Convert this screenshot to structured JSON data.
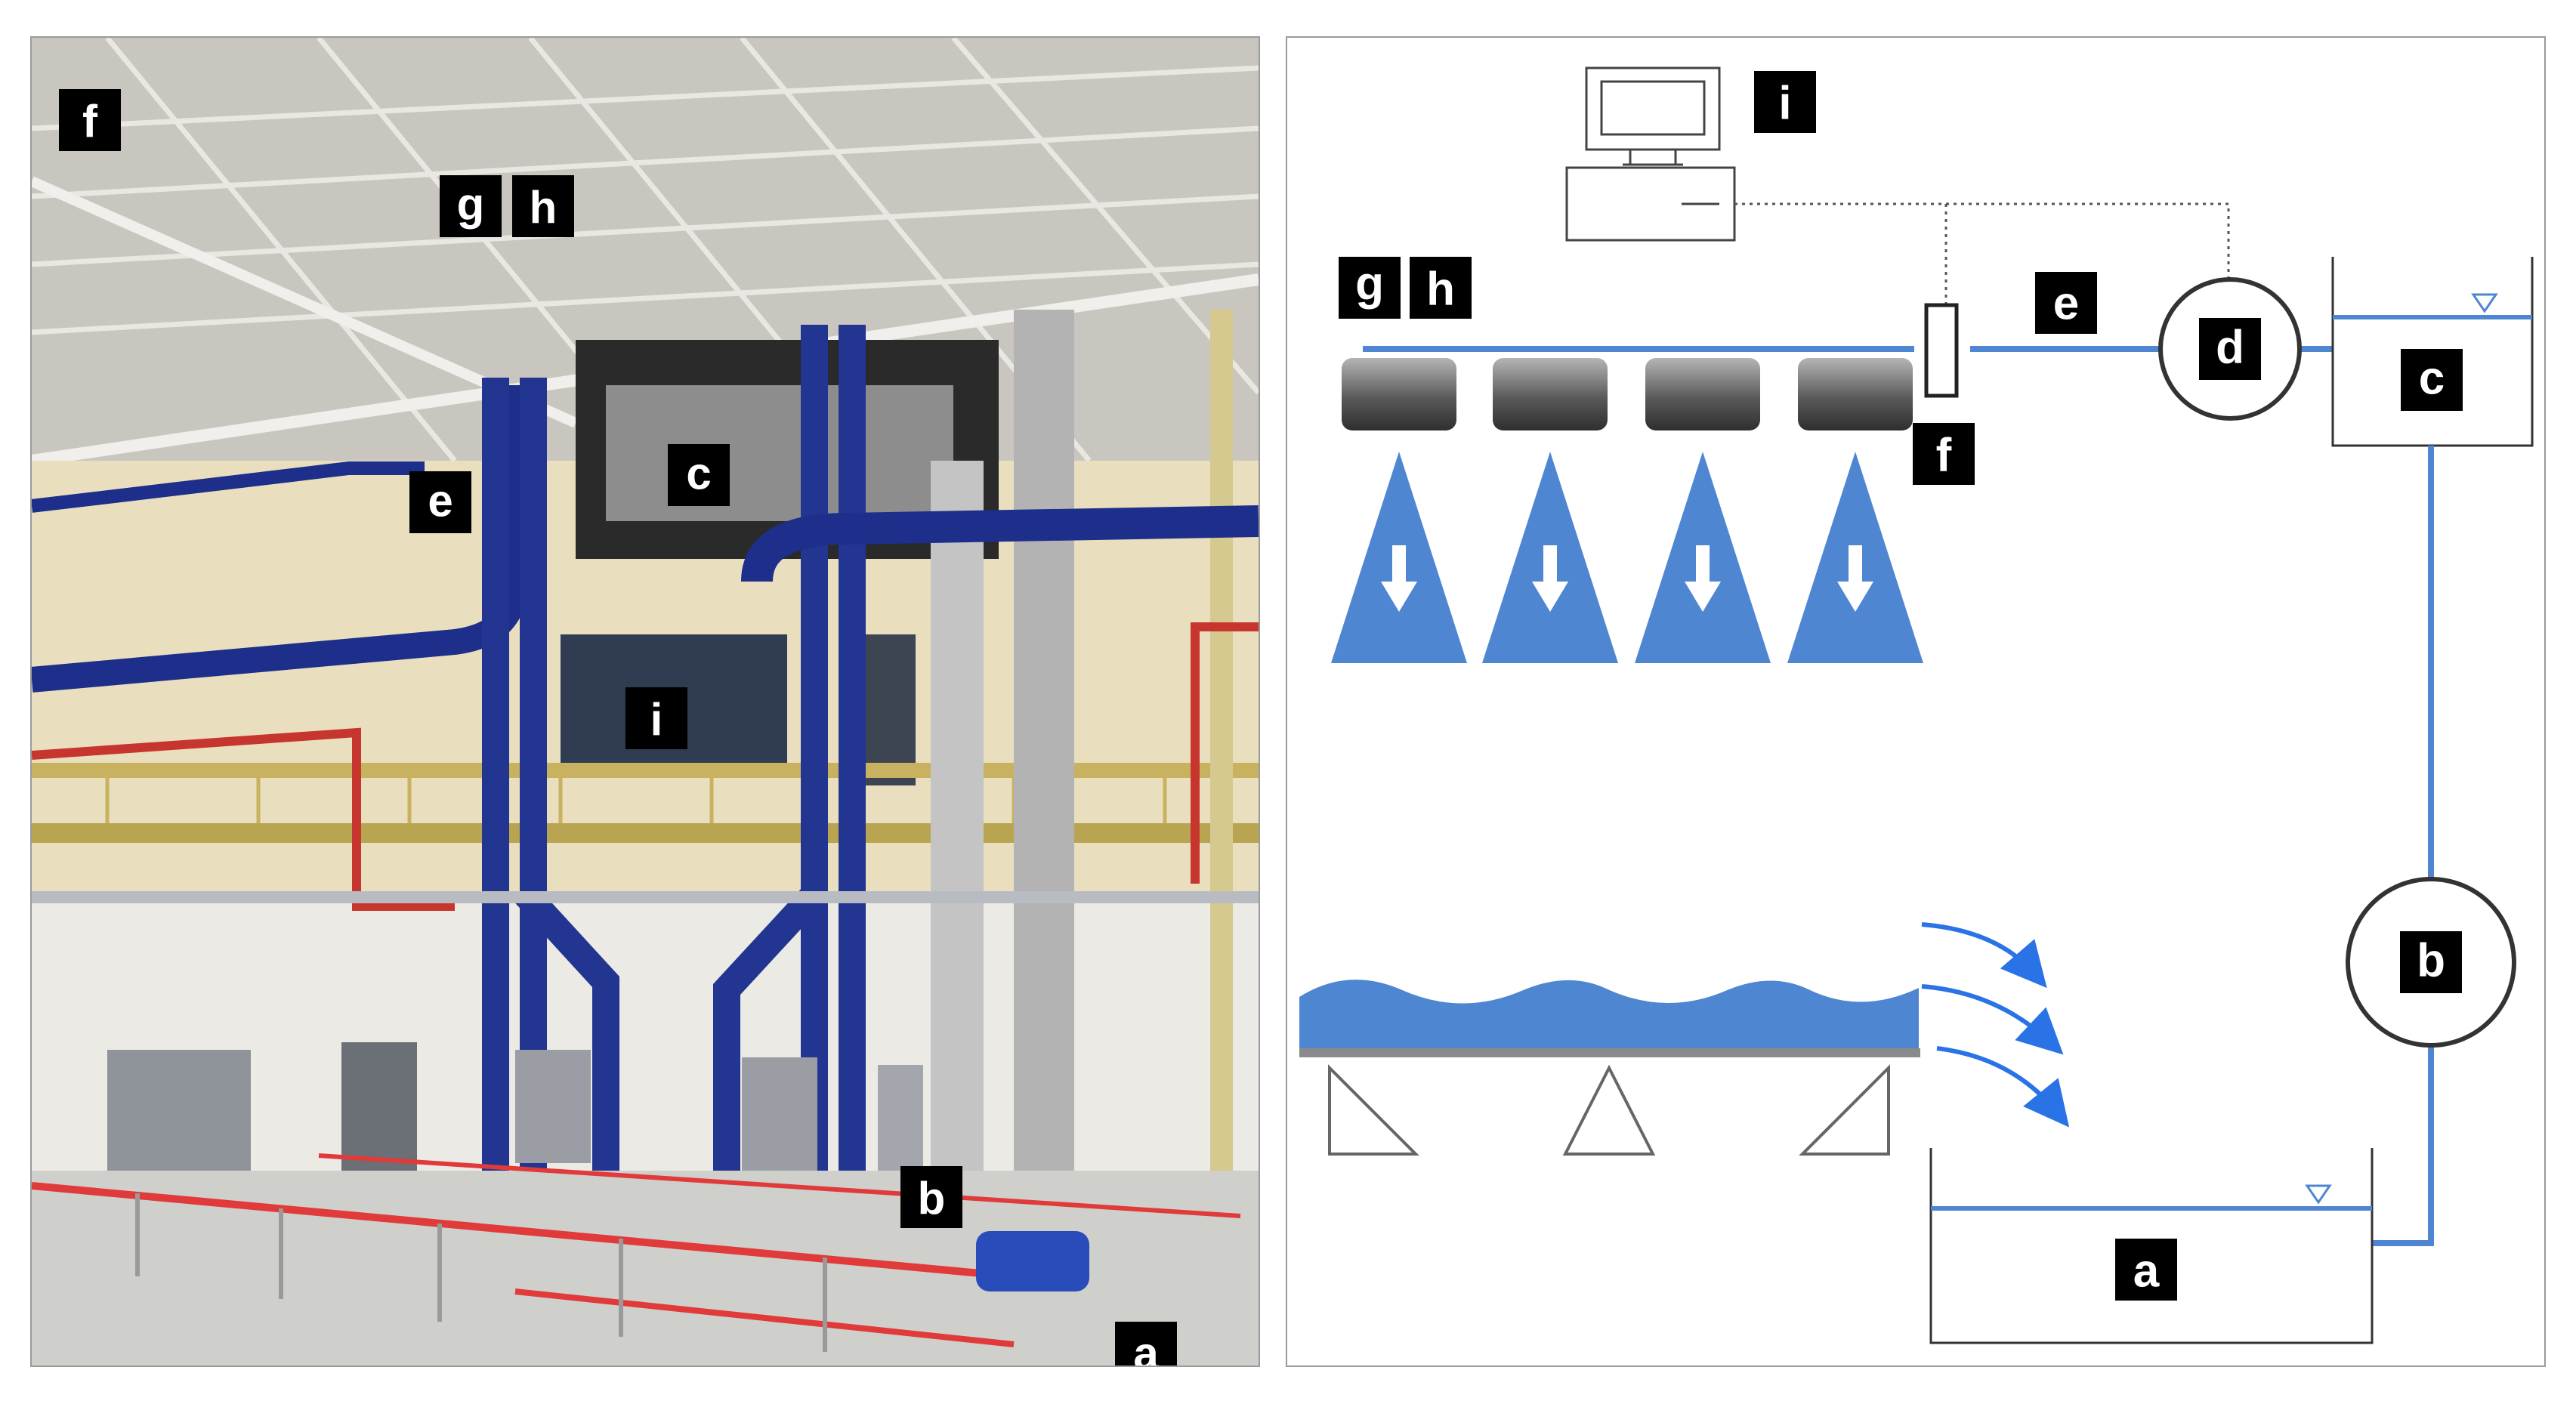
{
  "photo": {
    "labels": {
      "f": "f",
      "g": "g",
      "h": "h",
      "e": "e",
      "c": "c",
      "i": "i",
      "b": "b",
      "a": "a"
    }
  },
  "diagram": {
    "labels": {
      "i": "i",
      "g": "g",
      "h": "h",
      "e": "e",
      "d": "d",
      "c": "c",
      "f": "f",
      "b": "b",
      "a": "a"
    }
  },
  "colors": {
    "water_blue": "#4f86d2",
    "arrow_blue": "#2a73e6",
    "duct_blue": "#1d2f8a",
    "wall_cream": "#e9dfbf",
    "rail_red": "#d63a3a"
  }
}
